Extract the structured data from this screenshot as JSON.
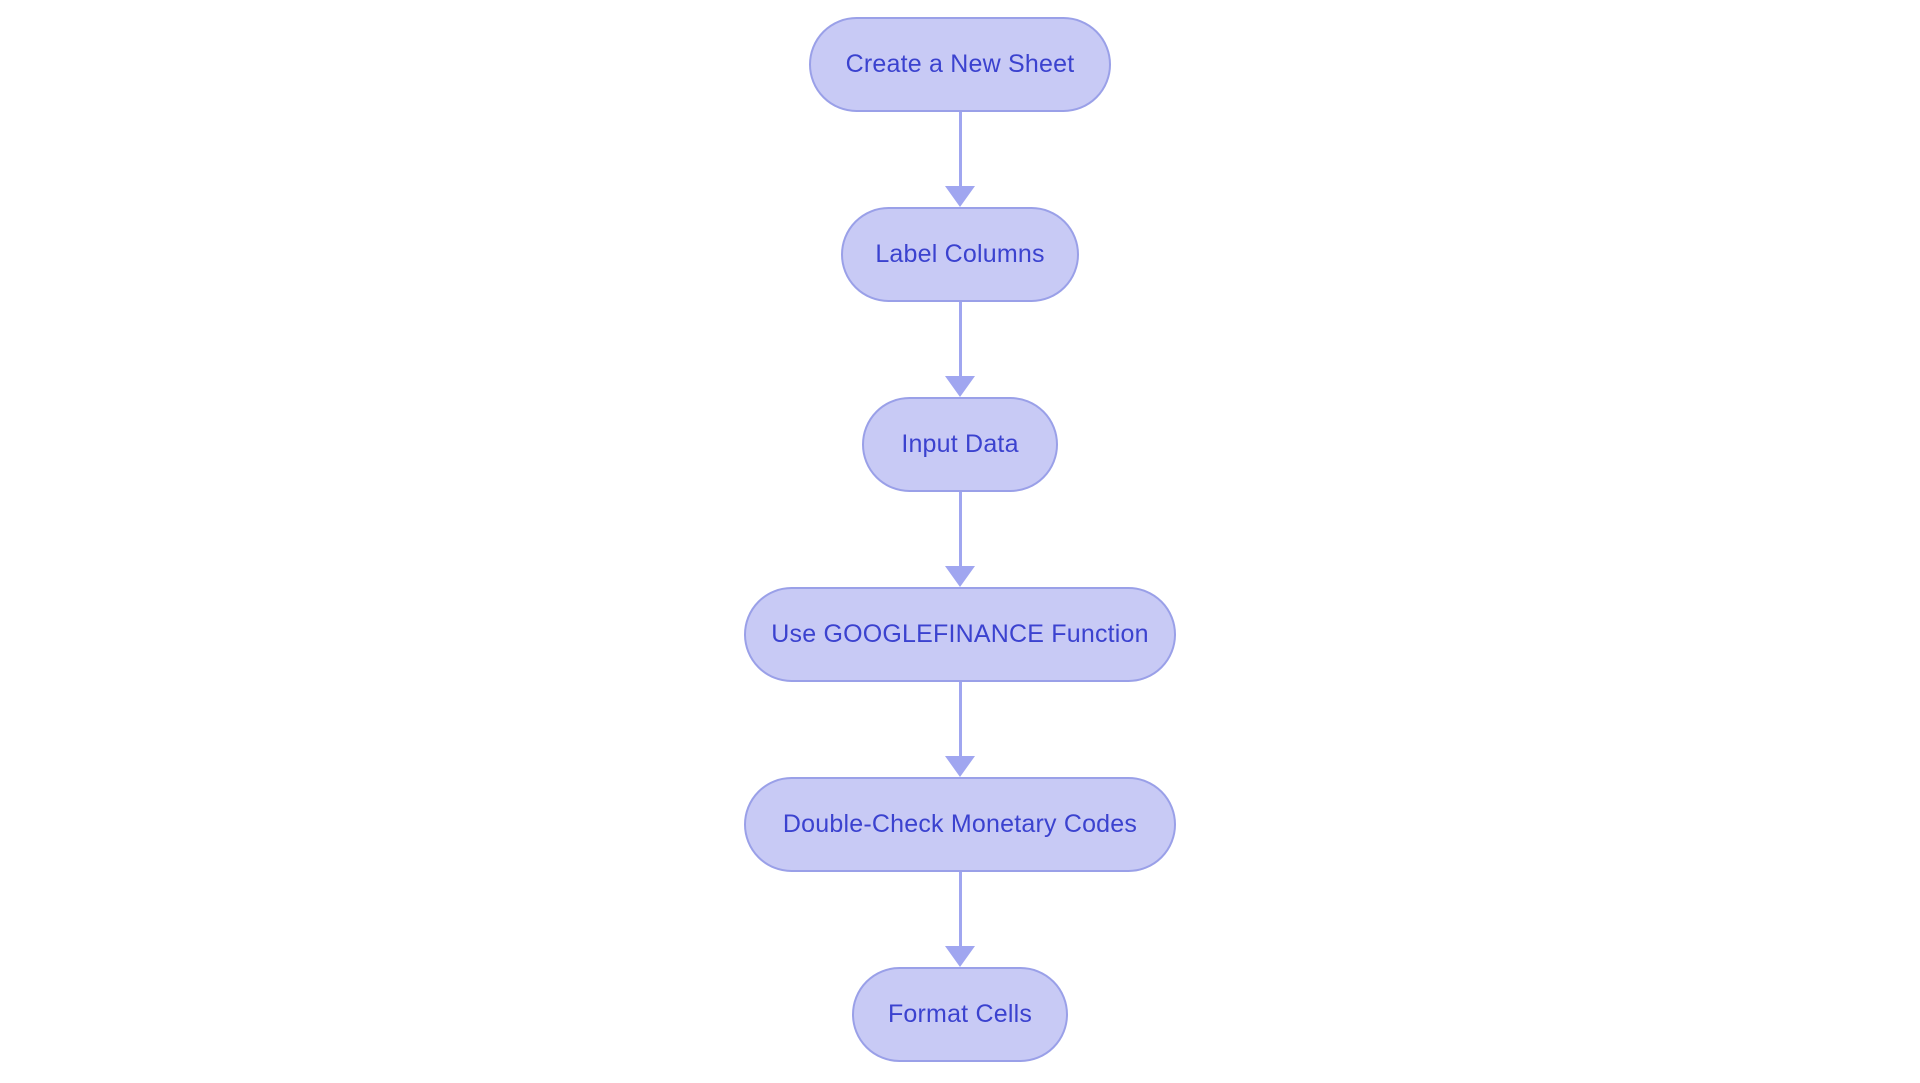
{
  "diagram": {
    "type": "flowchart",
    "direction": "top-down",
    "background_color": "#ffffff",
    "node_fill_color": "#c8caf5",
    "node_border_color": "#9aa0e8",
    "node_text_color": "#3b42cf",
    "arrow_color": "#a0a6f0",
    "nodes": [
      {
        "id": "create-a-new-sheet",
        "label": "Create a New Sheet"
      },
      {
        "id": "label-columns",
        "label": "Label Columns"
      },
      {
        "id": "input-data",
        "label": "Input Data"
      },
      {
        "id": "use-googlefinance-function",
        "label": "Use GOOGLEFINANCE Function"
      },
      {
        "id": "double-check-monetary-codes",
        "label": "Double-Check Monetary Codes"
      },
      {
        "id": "format-cells",
        "label": "Format Cells"
      }
    ],
    "edges": [
      {
        "from": "create-a-new-sheet",
        "to": "label-columns"
      },
      {
        "from": "label-columns",
        "to": "input-data"
      },
      {
        "from": "input-data",
        "to": "use-googlefinance-function"
      },
      {
        "from": "use-googlefinance-function",
        "to": "double-check-monetary-codes"
      },
      {
        "from": "double-check-monetary-codes",
        "to": "format-cells"
      }
    ]
  }
}
